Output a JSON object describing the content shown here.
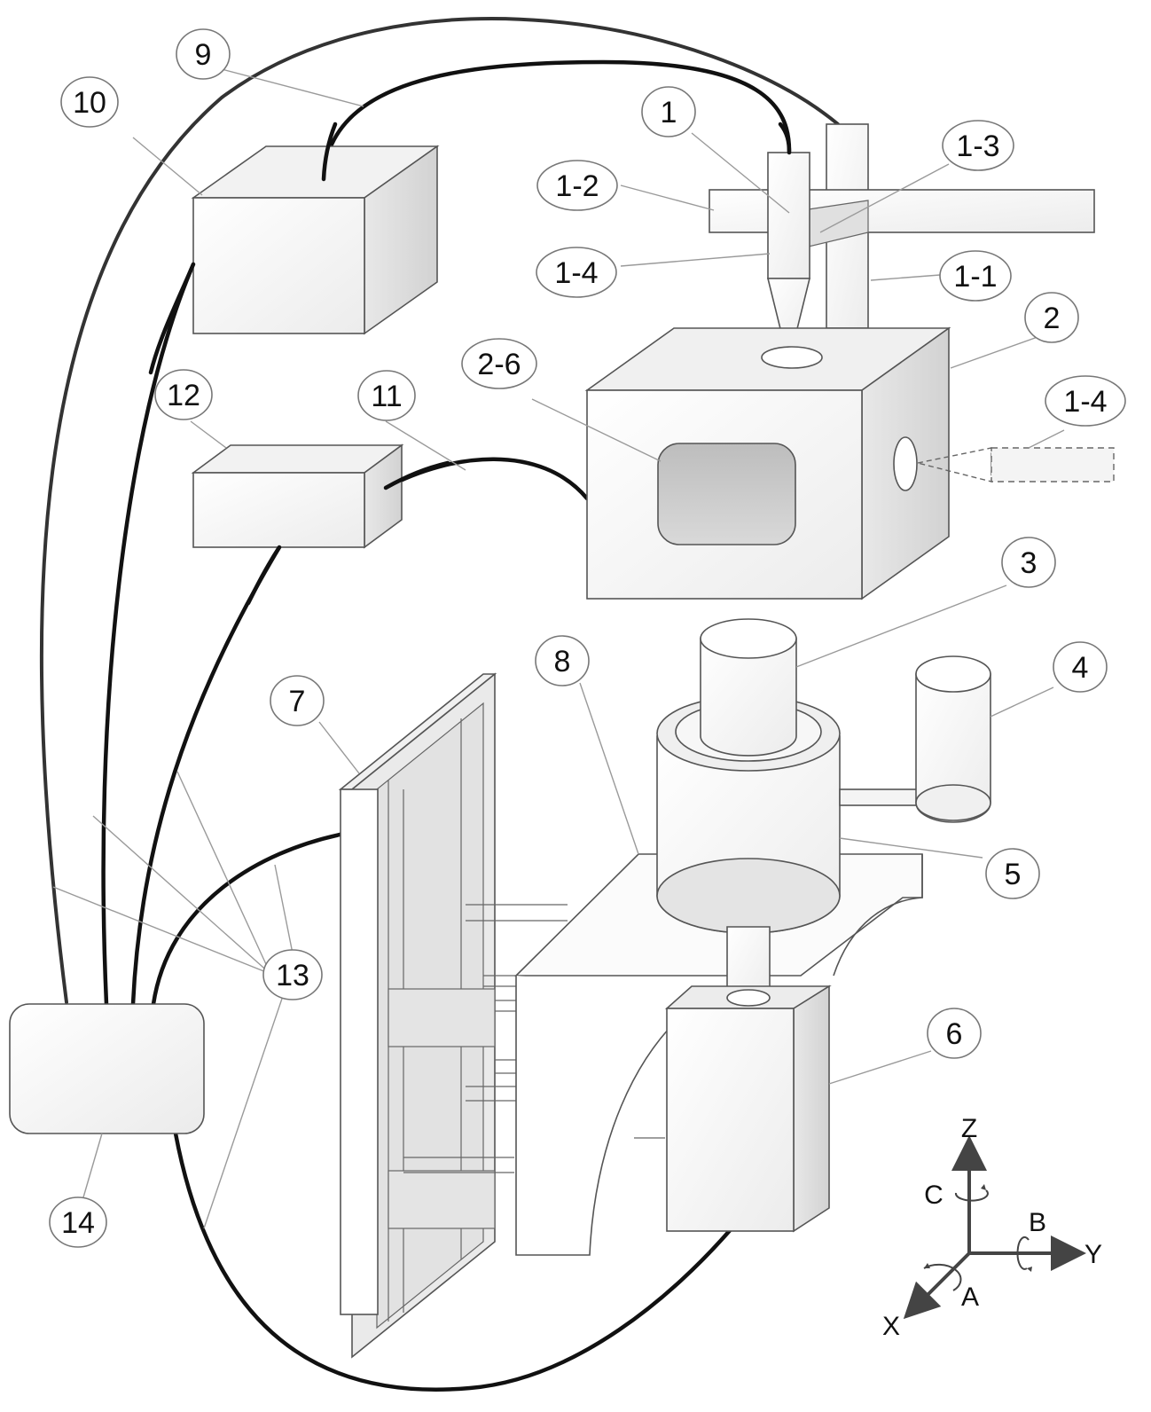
{
  "labels": {
    "l1": "1",
    "l1_1": "1-1",
    "l1_2": "1-2",
    "l1_3": "1-3",
    "l1_4a": "1-4",
    "l1_4b": "1-4",
    "l2": "2",
    "l2_6": "2-6",
    "l3": "3",
    "l4": "4",
    "l5": "5",
    "l6": "6",
    "l7": "7",
    "l8": "8",
    "l9": "9",
    "l10": "10",
    "l11": "11",
    "l12": "12",
    "l13": "13",
    "l14": "14"
  },
  "axes": {
    "z": "Z",
    "y": "Y",
    "x": "X",
    "a": "A",
    "b": "B",
    "c": "C"
  },
  "colors": {
    "line": "#555555",
    "cable": "#111111",
    "face_light": "#f7f7f7",
    "face_mid": "#e6e6e6",
    "face_dark": "#d4d4d4",
    "window": "#c8c8c8"
  }
}
